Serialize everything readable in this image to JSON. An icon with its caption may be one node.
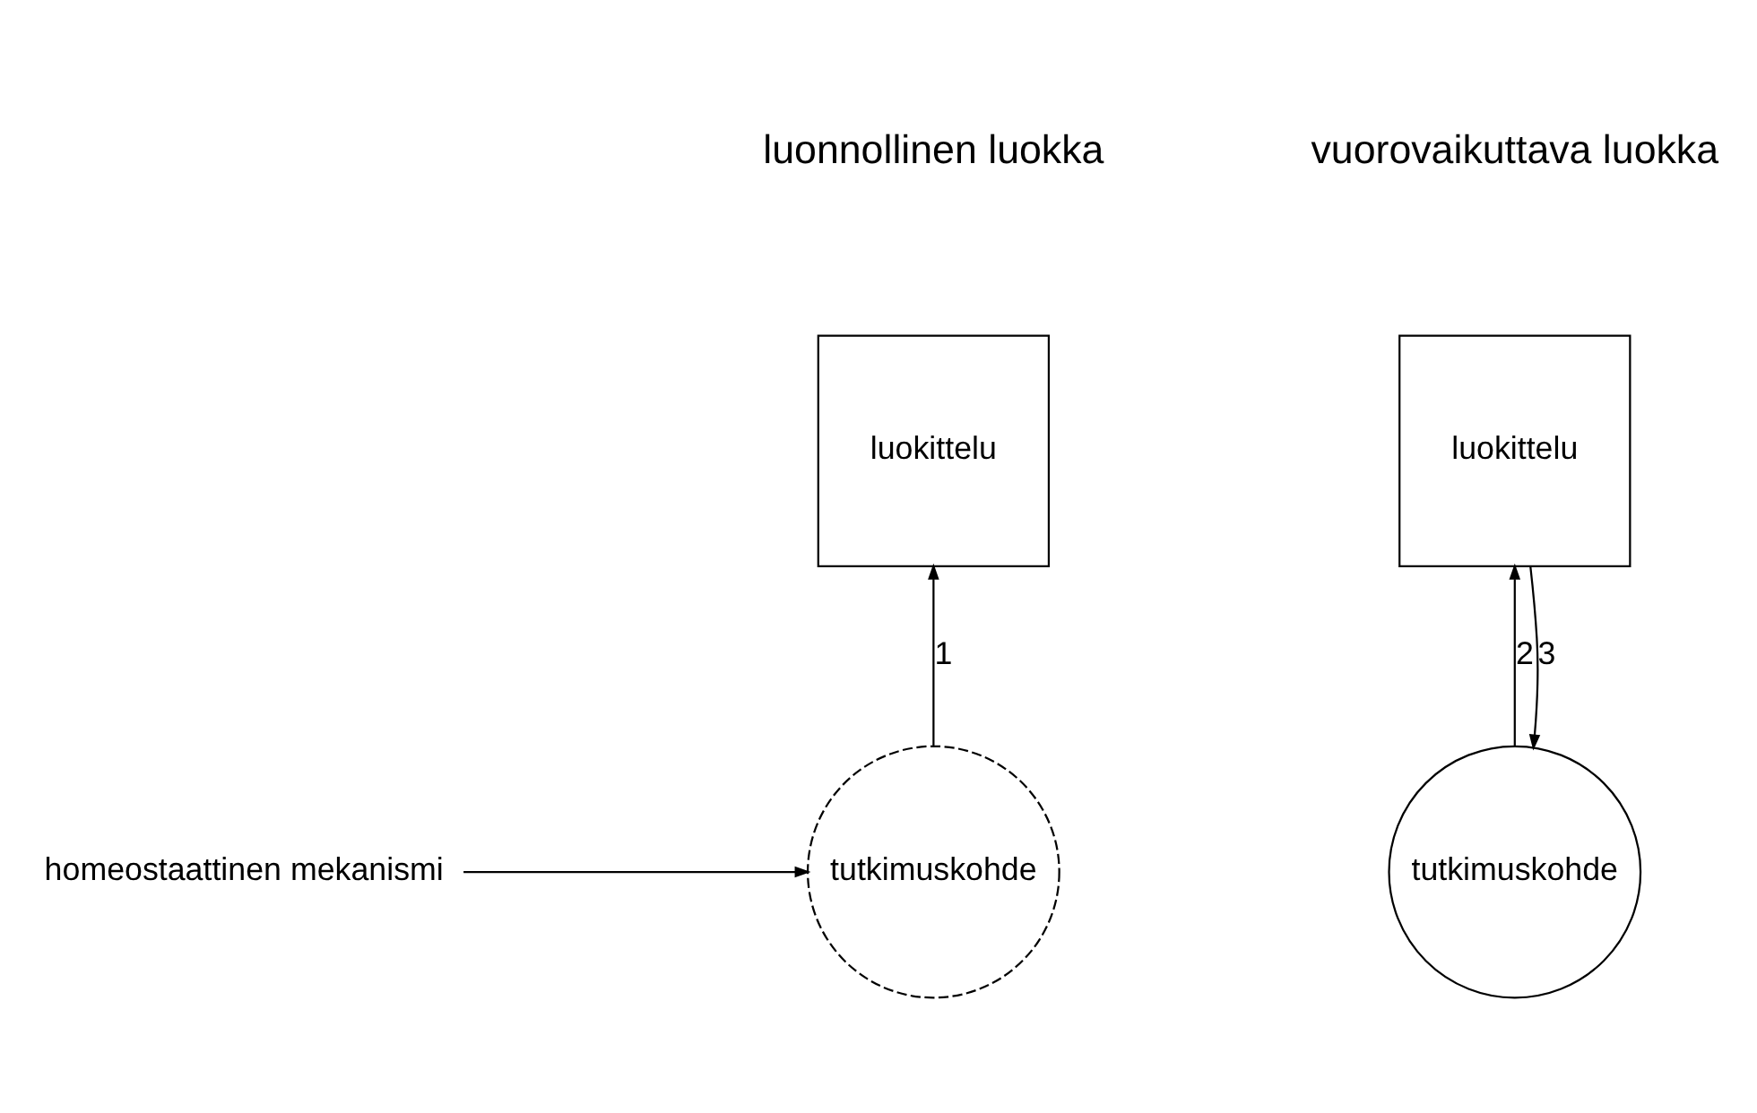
{
  "diagram": {
    "nodes": [
      {
        "text": [
          "luokittelu"
        ]
      },
      {
        "text": [
          "tutkimuskohde"
        ]
      },
      {
        "text": [
          "homeostaattinen mekanismi"
        ]
      },
      {
        "text": [
          "luokittelu"
        ]
      },
      {
        "text": [
          "tutkimuskohde"
        ]
      }
    ],
    "edges": [
      {
        "from": 1,
        "to": 0,
        "arrow": "to",
        "label": "1"
      },
      {
        "from": 2,
        "to": 1,
        "arrow": "to"
      },
      {
        "from": 4,
        "to": 3,
        "arrow": "to",
        "label": "2"
      },
      {
        "from": 3,
        "to": 4,
        "arrow": "to",
        "label": "3"
      }
    ],
    "labels": [
      "luonnollinen luokka",
      "vuorovaikuttava luokka"
    ]
  }
}
